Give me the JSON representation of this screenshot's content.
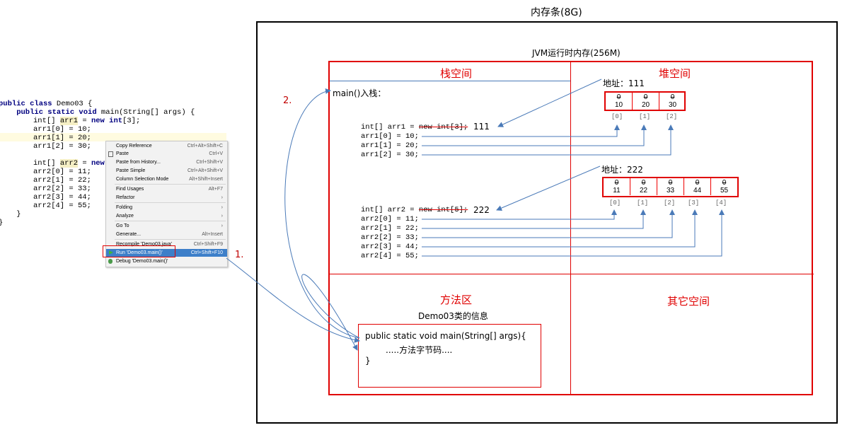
{
  "memory_title": "内存条(8G)",
  "jvm_title": "JVM运行时内存(256M)",
  "regions": {
    "stack": "栈空间",
    "heap": "堆空间",
    "method_area": "方法区",
    "other": "其它空间"
  },
  "stack_push": "main()入栈：",
  "ide_code": {
    "class_decl": "public class Demo03 {",
    "main_decl": "    public static void main(String[] args) {",
    "arr1_decl": "int[] arr1 = new int[3];",
    "arr1_lines": [
      "arr1[0] = 10;",
      "arr1[1] = 20;",
      "arr1[2] = 30;"
    ],
    "arr2_decl": "int[] arr2 = new",
    "arr2_lines": [
      "arr2[0] = 11;",
      "arr2[1] = 22;",
      "arr2[2] = 33;",
      "arr2[3] = 44;",
      "arr2[4] = 55;"
    ],
    "close_inner": "    }",
    "close_outer": "}"
  },
  "context_menu": [
    {
      "label": "Copy Reference",
      "shortcut": "Ctrl+Alt+Shift+C"
    },
    {
      "label": "Paste",
      "shortcut": "Ctrl+V"
    },
    {
      "label": "Paste from History...",
      "shortcut": "Ctrl+Shift+V"
    },
    {
      "label": "Paste Simple",
      "shortcut": "Ctrl+Alt+Shift+V"
    },
    {
      "label": "Column Selection Mode",
      "shortcut": "Alt+Shift+Insert"
    },
    {
      "label": "Find Usages",
      "shortcut": "Alt+F7"
    },
    {
      "label": "Refactor",
      "shortcut": "›"
    },
    {
      "label": "Folding",
      "shortcut": "›"
    },
    {
      "label": "Analyze",
      "shortcut": "›"
    },
    {
      "label": "Go To",
      "shortcut": "›"
    },
    {
      "label": "Generate...",
      "shortcut": "Alt+Insert"
    },
    {
      "label": "Recompile 'Demo03.java'",
      "shortcut": "Ctrl+Shift+F9"
    },
    {
      "label": "Run 'Demo03.main()'",
      "shortcut": "Ctrl+Shift+F10"
    },
    {
      "label": "Debug 'Demo03.main()'",
      "shortcut": ""
    }
  ],
  "step1": "1.",
  "step2": "2.",
  "stack_code": {
    "arr1_prefix": "int[] arr1 = ",
    "arr1_struck": "new int[3];",
    "arr1_addr": "111",
    "arr1_lines": [
      "arr1[0] = 10;",
      "arr1[1] = 20;",
      "arr1[2] = 30;"
    ],
    "arr2_prefix": "int[] arr2 = ",
    "arr2_struck": "new int[5];",
    "arr2_addr": "222",
    "arr2_lines": [
      "arr2[0] = 11;",
      "arr2[1] = 22;",
      "arr2[2] = 33;",
      "arr2[3] = 44;",
      "arr2[4] = 55;"
    ]
  },
  "heap_arrays": [
    {
      "address_label": "地址：111",
      "cells": [
        {
          "old": "0",
          "value": "10",
          "index": "[0]"
        },
        {
          "old": "0",
          "value": "20",
          "index": "[1]"
        },
        {
          "old": "0",
          "value": "30",
          "index": "[2]"
        }
      ]
    },
    {
      "address_label": "地址：222",
      "cells": [
        {
          "old": "0",
          "value": "11",
          "index": "[0]"
        },
        {
          "old": "0",
          "value": "22",
          "index": "[1]"
        },
        {
          "old": "0",
          "value": "33",
          "index": "[2]"
        },
        {
          "old": "0",
          "value": "44",
          "index": "[3]"
        },
        {
          "old": "0",
          "value": "55",
          "index": "[4]"
        }
      ]
    }
  ],
  "method_area": {
    "class_info": "Demo03类的信息",
    "line1": "public static void main(String[]  args){",
    "line2": ".....方法字节码....",
    "line3": "}"
  },
  "colors": {
    "region_border": "#e00000",
    "arrow": "#4a7ab8",
    "menu_highlight": "#3d7fc9",
    "step_label": "#c00000"
  }
}
